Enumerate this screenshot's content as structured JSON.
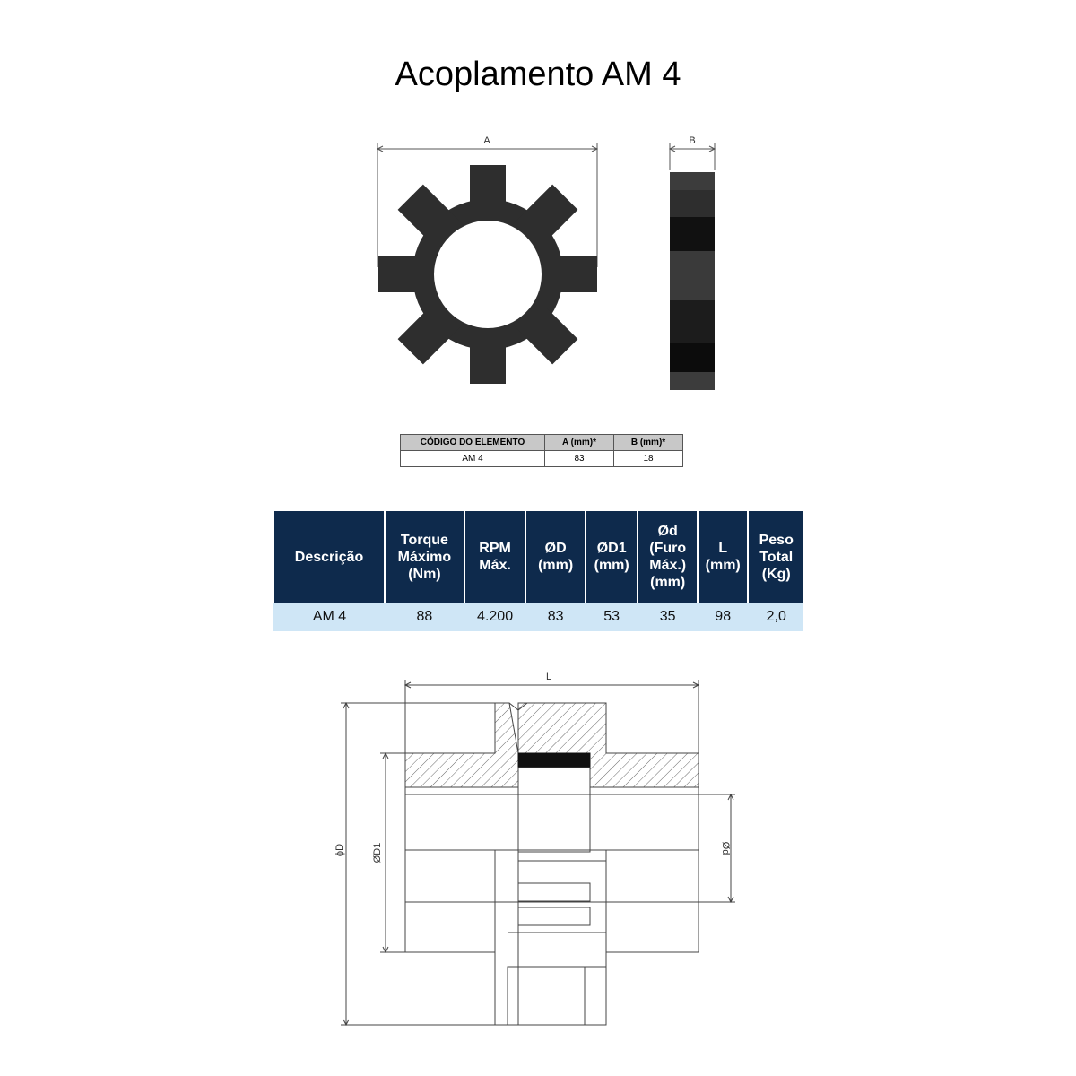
{
  "title": "Acoplamento AM 4",
  "element_drawing": {
    "dim_a_label": "A",
    "dim_b_label": "B"
  },
  "element_table": {
    "headers": [
      "CÓDIGO DO ELEMENTO",
      "A (mm)*",
      "B (mm)*"
    ],
    "rows": [
      [
        "AM 4",
        "83",
        "18"
      ]
    ]
  },
  "spec_table": {
    "headers": [
      "Descrição",
      "Torque Máximo (Nm)",
      "RPM Máx.",
      "ØD (mm)",
      "ØD1 (mm)",
      "Ød (Furo Máx.) (mm)",
      "L (mm)",
      "Peso Total (Kg)"
    ],
    "rows": [
      [
        "AM 4",
        "88",
        "4.200",
        "83",
        "53",
        "35",
        "98",
        "2,0"
      ]
    ]
  },
  "assembly_drawing": {
    "dim_l_label": "L",
    "dim_od_label": "ϕD",
    "dim_od1_label": "ØD1",
    "dim_d_label": "Ød"
  },
  "colors": {
    "header_bg": "#0e2a4c",
    "row_bg": "#cfe6f6",
    "part_fill": "#2e2e2e"
  }
}
